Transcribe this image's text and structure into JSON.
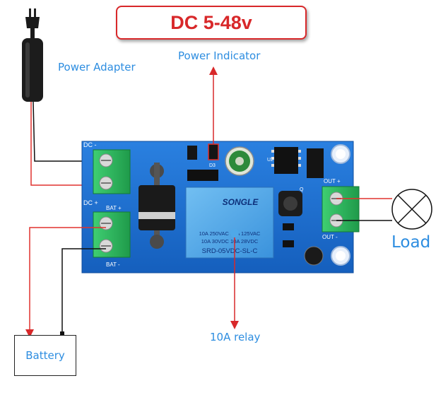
{
  "title": "DC 5-48v",
  "labels": {
    "power_adapter": "Power Adapter",
    "power_indicator": "Power Indicator",
    "load": "Load",
    "relay": "10A relay",
    "battery": "Battery"
  },
  "board_marks": {
    "dc_minus": "DC -",
    "dc_plus": "DC +",
    "bat_plus": "BAT +",
    "bat_minus": "BAT -",
    "out_plus": "OUT +",
    "out_minus": "OUT -",
    "d3": "D3",
    "u2": "U2",
    "q": "Q"
  },
  "relay_marks": {
    "brand": "SONGLE",
    "line1": "10A 250VAC 10A 125VAC",
    "line2": "10A  30VDC 10A 28VDC",
    "model": "SRD-05VDC-SL-C"
  },
  "colors": {
    "accent_red": "#d8282a",
    "label_blue": "#2d8de0",
    "board_blue": "#1d6fd0",
    "terminal_green": "#2fb65e",
    "relay_blue": "#4fa8e8"
  }
}
